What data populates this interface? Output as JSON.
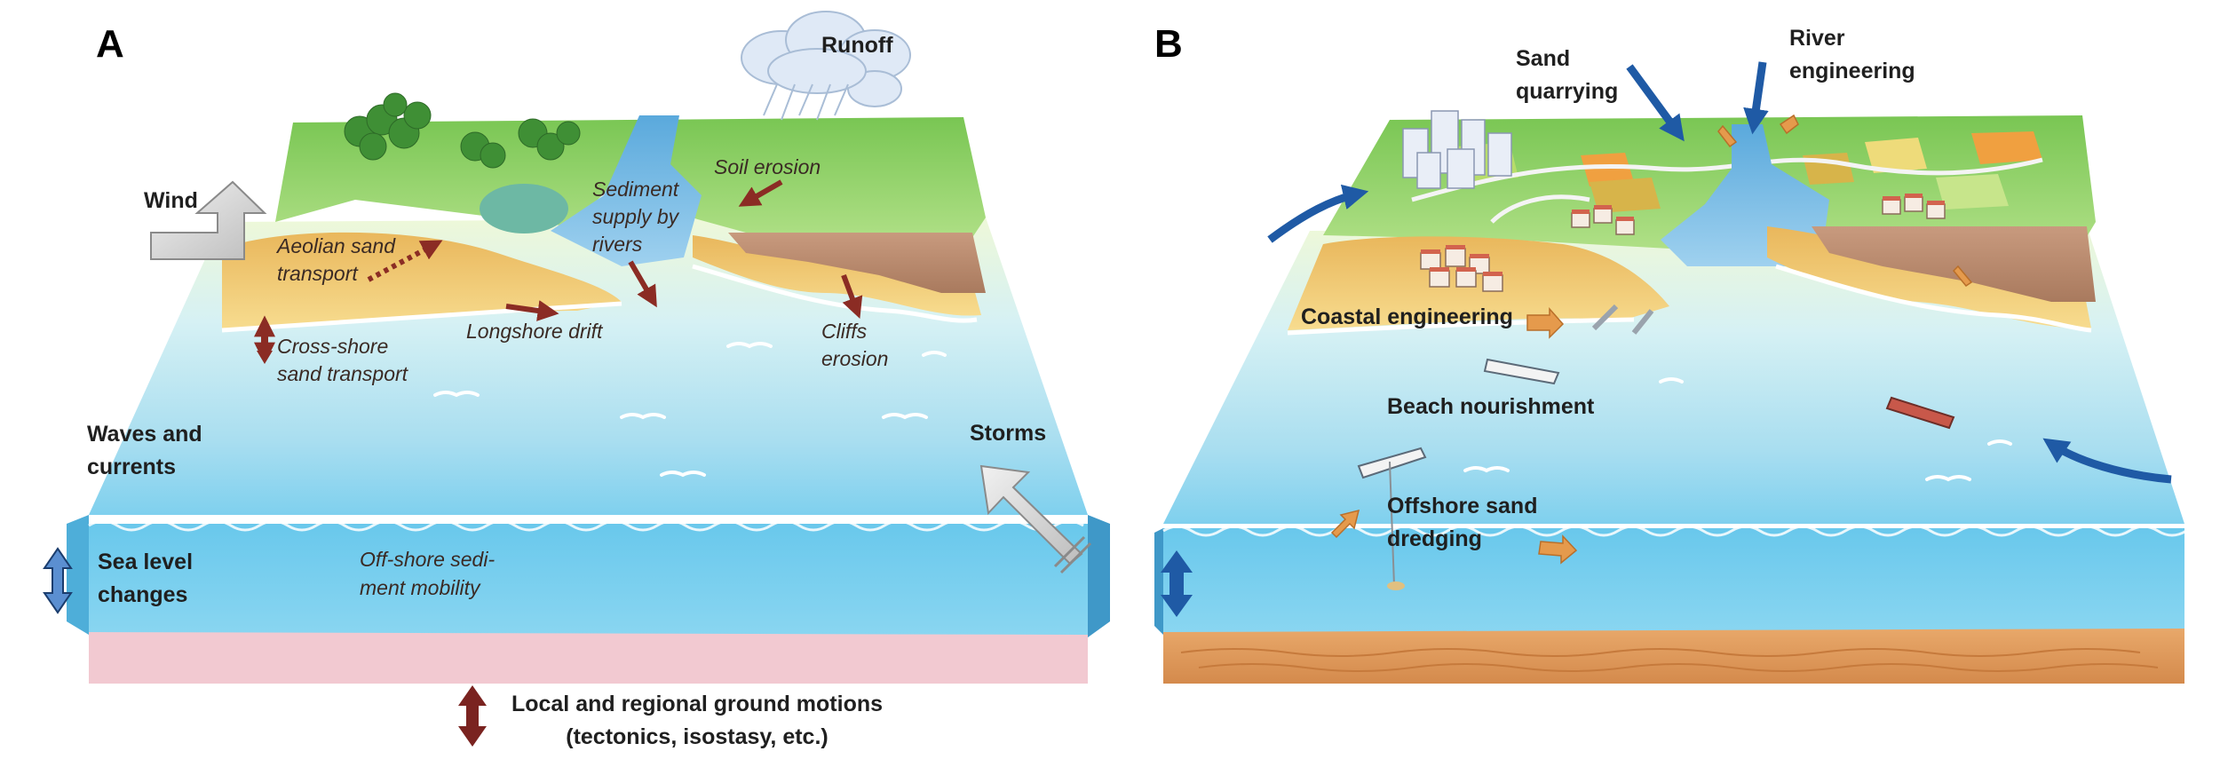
{
  "panel_a": {
    "letter": "A",
    "labels": {
      "runoff": "Runoff",
      "wind": "Wind",
      "soil_erosion": "Soil erosion",
      "sediment_supply": [
        "Sediment",
        "supply by",
        "rivers"
      ],
      "aeolian": [
        "Aeolian sand",
        "transport"
      ],
      "longshore": "Longshore drift",
      "cross_shore": [
        "Cross-shore",
        "sand transport"
      ],
      "cliffs": [
        "Cliffs",
        "erosion"
      ],
      "waves": [
        "Waves and",
        "currents"
      ],
      "storms": "Storms",
      "sea_level": [
        "Sea level",
        "changes"
      ],
      "offshore": [
        "Off-shore sedi-",
        "ment mobility"
      ],
      "ground": [
        "Local and regional ground motions",
        "(tectonics, isostasy, etc.)"
      ]
    }
  },
  "panel_b": {
    "letter": "B",
    "labels": {
      "sand_quarrying": [
        "Sand",
        "quarrying"
      ],
      "river_engineering": [
        "River",
        "engineering"
      ],
      "coastal_engineering": "Coastal engineering",
      "beach_nourishment": "Beach nourishment",
      "offshore_dredging": [
        "Offshore sand",
        "dredging"
      ]
    }
  },
  "colors": {
    "land_green": "#8fd16a",
    "sand": "#f0c469",
    "sea_light": "#cfeef6",
    "sea_deep": "#5cc0e8",
    "process_arrow": "#8b2c24",
    "human_arrow": "#e59a4c",
    "flow_arrow": "#1f5aa5",
    "grey_arrow": "#d3d3d3",
    "seabed_a": "#f1c9cf",
    "seabed_b": "#dd9a5c"
  },
  "icons": [
    "cloud-icon",
    "tree-icon",
    "city-icon",
    "ship-icon",
    "wind-arrow-icon",
    "storm-arrow-icon",
    "double-arrow-icon"
  ]
}
